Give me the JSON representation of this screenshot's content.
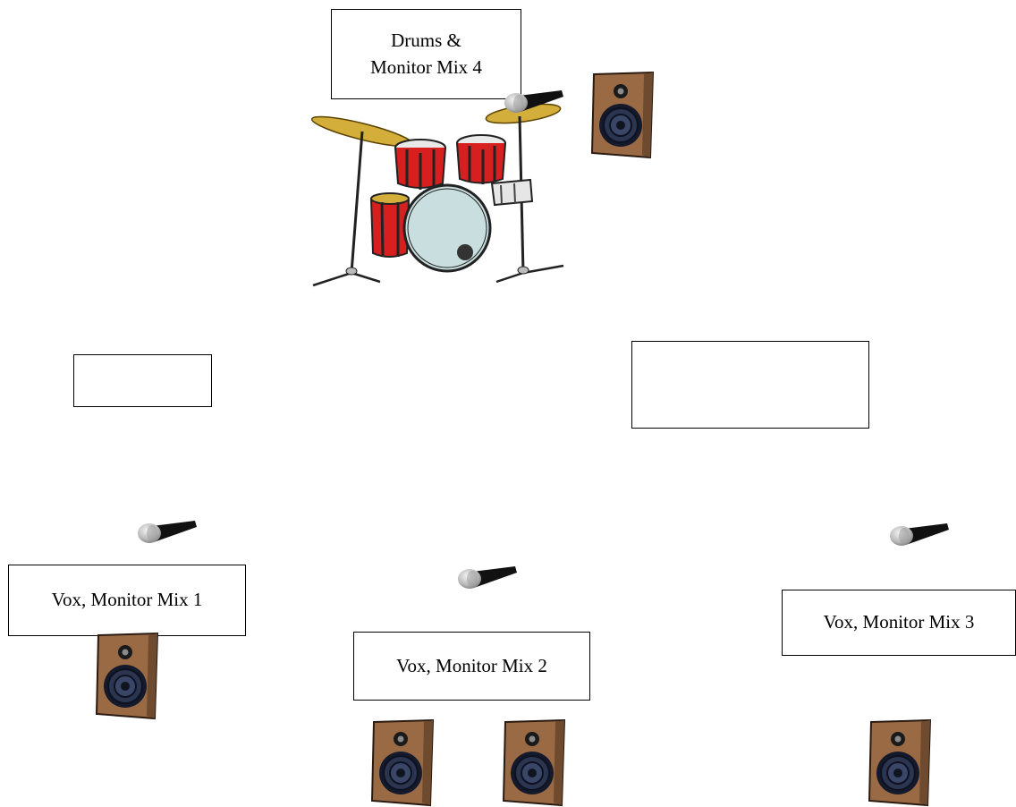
{
  "labels": {
    "drums_line1": "Drums &",
    "drums_line2": "Monitor Mix 4",
    "vox1": "Vox, Monitor Mix 1",
    "vox2": "Vox, Monitor Mix 2",
    "vox3": "Vox, Monitor Mix 3",
    "empty_left": "",
    "empty_right": ""
  },
  "icons": {
    "speaker": "speaker-icon",
    "microphone": "microphone-icon",
    "drum_kit": "drum-kit-icon"
  },
  "colors": {
    "speaker_cabinet": "#9a6a45",
    "speaker_cone": "#2b3550",
    "drum_shell": "#d81f1f",
    "drum_head": "#c9dede",
    "cymbal": "#d4ae3a",
    "mic_head": "#c0c0c0",
    "mic_body": "#111111"
  }
}
